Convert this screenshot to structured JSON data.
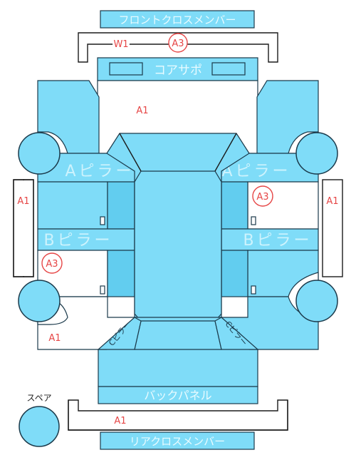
{
  "labels": {
    "front_cross_member": "フロントクロスメンバー",
    "core_support": "コアサポ",
    "a_pillar_left": "Aピラー",
    "a_pillar_right": "Aピラー",
    "b_pillar_left": "Bピラー",
    "b_pillar_right": "Bピラー",
    "back_panel": "バックパネル",
    "rear_cross_member": "リアクロスメンバー",
    "spare": "スペア",
    "pillar_c_left": "Cピラー",
    "pillar_c_right": "Cピラー"
  },
  "marks": {
    "w1_front": "W1",
    "a3_front": "A3",
    "a1_front": "A1",
    "a1_left_side": "A1",
    "a1_right_side": "A1",
    "a3_right_door": "A3",
    "a3_left_door": "A3",
    "a1_left_rear": "A1",
    "a1_rear": "A1"
  }
}
